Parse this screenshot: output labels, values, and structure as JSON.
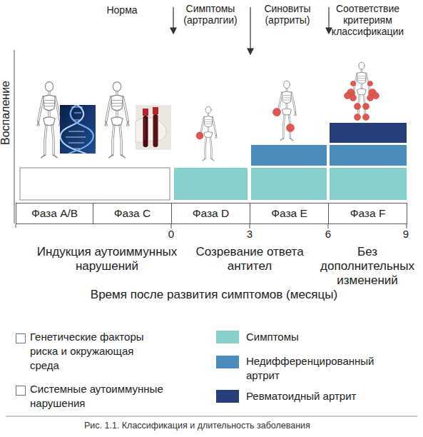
{
  "diagram": {
    "caption": "Рис. 1.1. Классификация и длительность заболевания",
    "nodes": [
      {
        "text": [
          "Фаза A/B"
        ]
      },
      {
        "text": [
          "Фаза C"
        ]
      },
      {
        "text": [
          "Фаза D"
        ]
      },
      {
        "text": [
          "Фаза E"
        ]
      },
      {
        "text": [
          "Фаза F"
        ]
      }
    ],
    "labels": [
      "Норма",
      "Симптомы (артралгии)",
      "Синовиты (артриты)",
      "Соответствие критериям классификации",
      "Воспаление",
      "0",
      "3",
      "6",
      "9",
      "Индукция аутоиммунных нарушений",
      "Созревание ответа антител",
      "Без дополнительных изменений",
      "Время после развития симптомов (месяцы)"
    ],
    "legend": [
      {
        "text": "Генетические факторы риска и окружающая среда",
        "color": "#ffffff"
      },
      {
        "text": "Системные аутоиммунные нарушения",
        "color": "#ffffff"
      },
      {
        "text": "Симптомы",
        "color": "#86cfcb"
      },
      {
        "text": "Недифференцированный артрит",
        "color": "#4a8dbc"
      },
      {
        "text": "Ревматоидный артрит",
        "color": "#263f78"
      }
    ]
  }
}
